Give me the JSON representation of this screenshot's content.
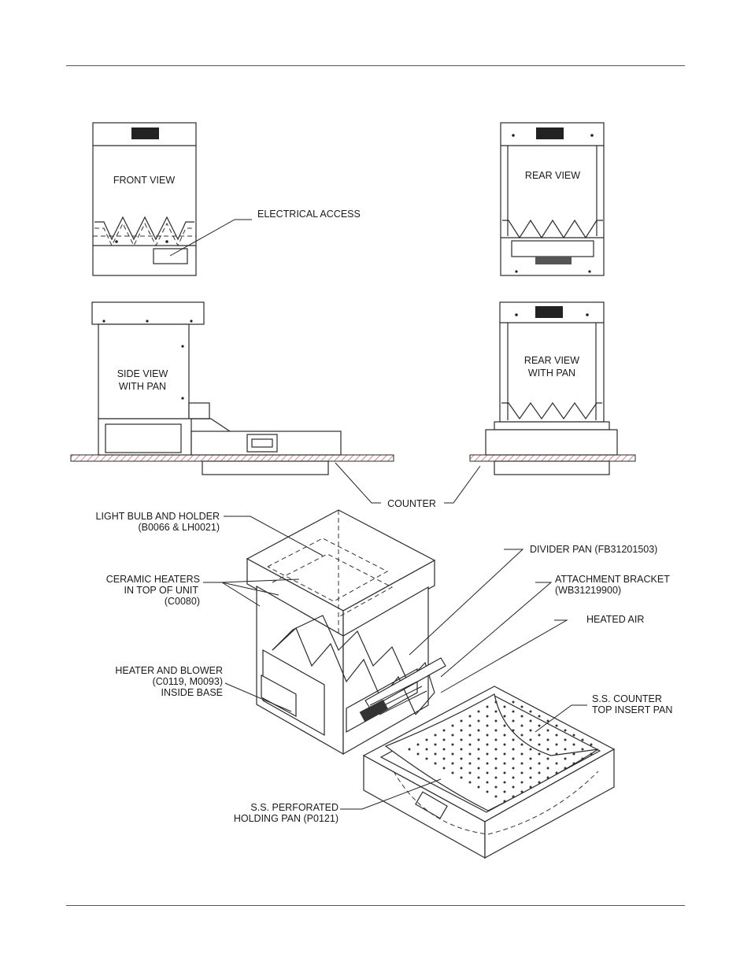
{
  "labels": {
    "front_view": "FRONT VIEW",
    "rear_view": "REAR VIEW",
    "electrical_access": "ELECTRICAL ACCESS",
    "side_view_l1": "SIDE VIEW",
    "side_view_l2": "WITH PAN",
    "rear_view_pan_l1": "REAR VIEW",
    "rear_view_pan_l2": "WITH PAN",
    "counter": "COUNTER",
    "light_bulb_l1": "LIGHT BULB AND HOLDER",
    "light_bulb_l2": "(B0066 & LH0021)",
    "ceramic_l1": "CERAMIC HEATERS",
    "ceramic_l2": "IN TOP OF UNIT",
    "ceramic_l3": "(C0080)",
    "divider_pan": "DIVIDER PAN (FB31201503)",
    "attachment_l1": "ATTACHMENT BRACKET",
    "attachment_l2": "(WB31219900)",
    "heated_air": "HEATED AIR",
    "heater_blower_l1": "HEATER AND BLOWER",
    "heater_blower_l2": "(C0119, M0093)",
    "heater_blower_l3": "INSIDE BASE",
    "counter_pan_l1": "S.S. COUNTER",
    "counter_pan_l2": "TOP INSERT PAN",
    "perforated_l1": "S.S. PERFORATED",
    "perforated_l2": "HOLDING PAN (P0121)"
  },
  "colors": {
    "counter_hatch": "#c98a8a",
    "line": "#2a2a2a"
  }
}
